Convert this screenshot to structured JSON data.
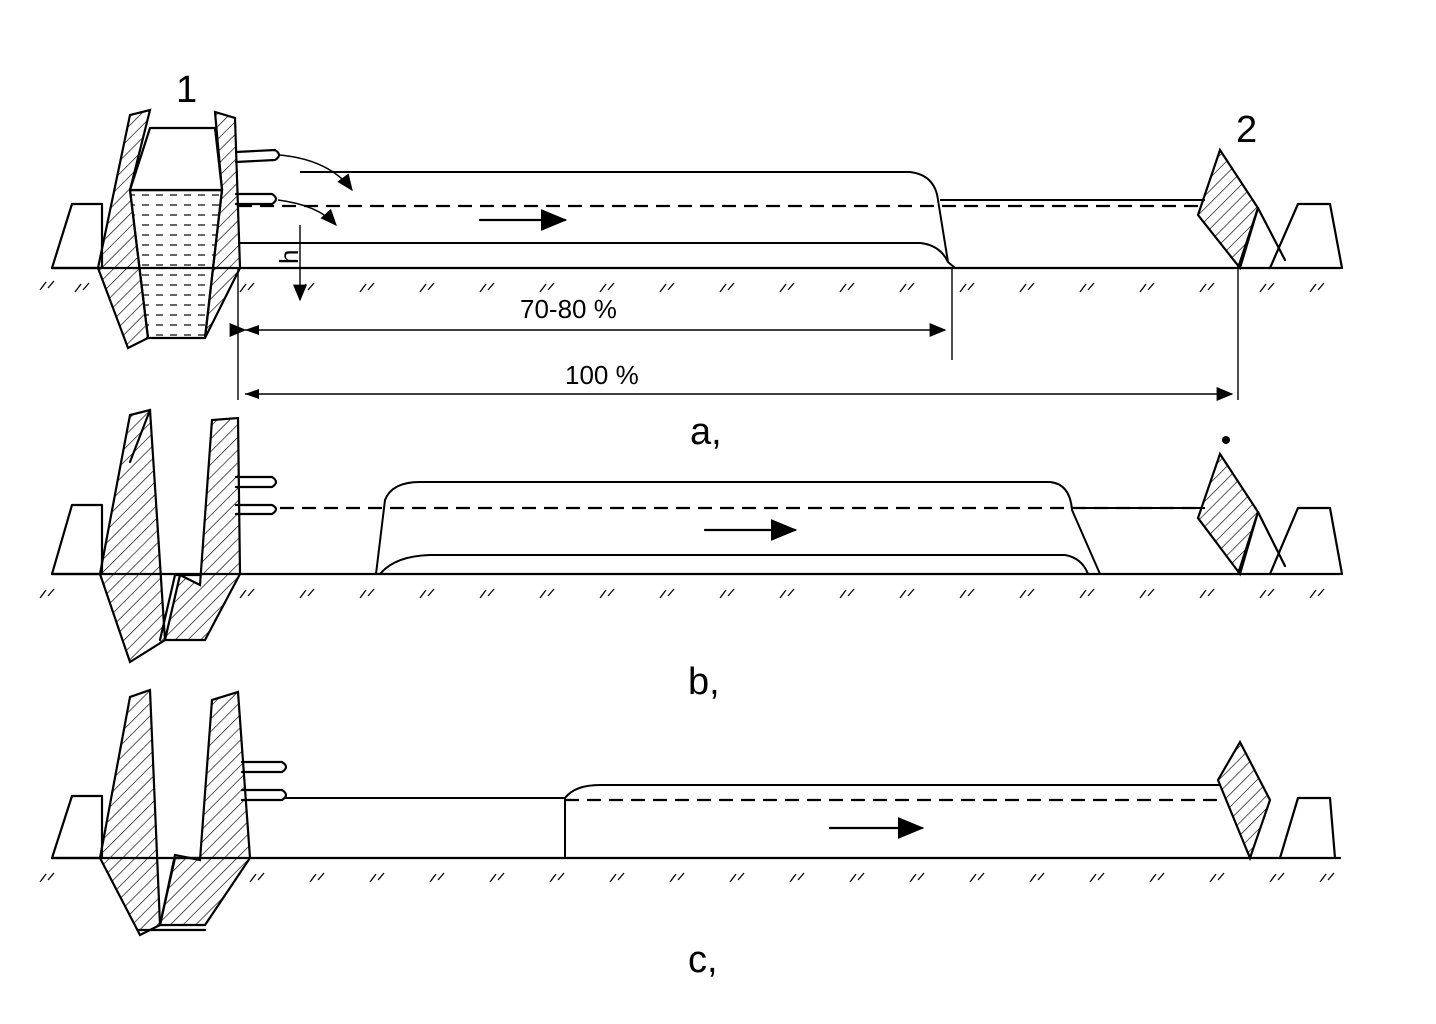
{
  "figure": {
    "label_1": "1",
    "label_2": "2",
    "label_h": "h",
    "dim_70_80": "70-80 %",
    "dim_100": "100 %",
    "panel_a": "a,",
    "panel_b": "b,",
    "panel_c": "c,"
  },
  "icons": {
    "flow_arrow": "right-arrow-icon",
    "siphon_tube": "siphon-tube-icon"
  },
  "colors": {
    "ink": "#000000",
    "paper": "#ffffff"
  }
}
